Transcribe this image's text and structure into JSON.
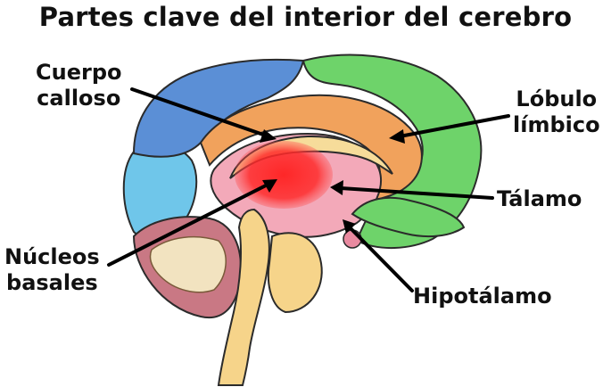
{
  "title": "Partes clave del interior del cerebro",
  "labels": {
    "cuerpo_calloso": [
      "Cuerpo",
      "calloso"
    ],
    "lobulo_limbico": [
      "Lóbulo",
      "límbico"
    ],
    "talamo": "Tálamo",
    "nucleos_basales": [
      "Núcleos",
      "basales"
    ],
    "hipotalamo": "Hipotálamo"
  },
  "colors": {
    "frontal_blue": "#5b8fd6",
    "parietal_green": "#6ed36a",
    "temporal_cyan": "#6fc6ea",
    "cingulate_orange": "#f1a25c",
    "corpus_callosum": "#f6dc9a",
    "highlight_red": "#ff2a2a",
    "brainstem": "#f6d48a",
    "cerebellum": "#c97884",
    "thalamus_pink": "#f3a9b9"
  }
}
